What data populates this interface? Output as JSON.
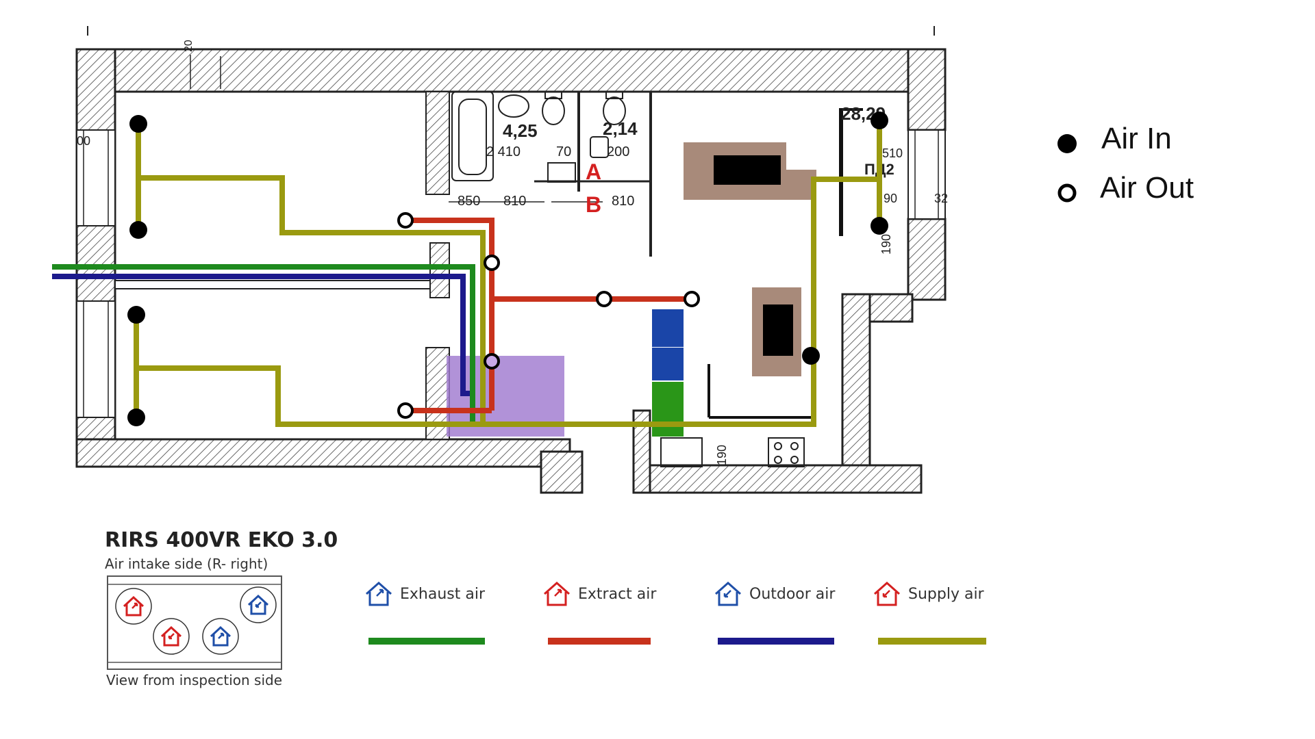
{
  "plan": {
    "area_bath": "4,25",
    "area_wc": "2,14",
    "area_living": "28,29",
    "dim_bath_w": "2 410",
    "dim_70": "70",
    "dim_200": "200",
    "dim_850": "850",
    "dim_810a": "810",
    "dim_810b": "810",
    "dim_190_kitchen": "190",
    "dim_190_right": "190",
    "dim_20": "20",
    "dim_00": "00",
    "dim_510": "510",
    "dim_pd2": "ПД2",
    "dim_90": "90",
    "dim_32": "32",
    "marker_a": "A",
    "marker_b": "B"
  },
  "air_legend": {
    "air_in": "Air In",
    "air_out": "Air Out"
  },
  "unit": {
    "title": "RIRS 400VR EKO 3.0",
    "subtitle": "Air intake side (R- right)",
    "view_caption": "View from inspection side"
  },
  "duct_legend": [
    {
      "label": "Exhaust air",
      "icon": "house-arrow-out-icon",
      "icon_color": "#1f4fa8",
      "line_color": "#1e8a1e"
    },
    {
      "label": "Extract air",
      "icon": "house-arrow-out-icon",
      "icon_color": "#d42020",
      "line_color": "#c8321c"
    },
    {
      "label": "Outdoor air",
      "icon": "house-arrow-in-icon",
      "icon_color": "#1f4fa8",
      "line_color": "#1c1a8c"
    },
    {
      "label": "Supply air",
      "icon": "house-arrow-in-icon",
      "icon_color": "#d42020",
      "line_color": "#9a9a10"
    }
  ],
  "colors": {
    "supply": "#9a9a10",
    "extract": "#c8321c",
    "exhaust": "#1e8a1e",
    "outdoor": "#1c1a8c",
    "unit_purple": "#a07ad0",
    "furniture_brown": "#a88a7a"
  }
}
